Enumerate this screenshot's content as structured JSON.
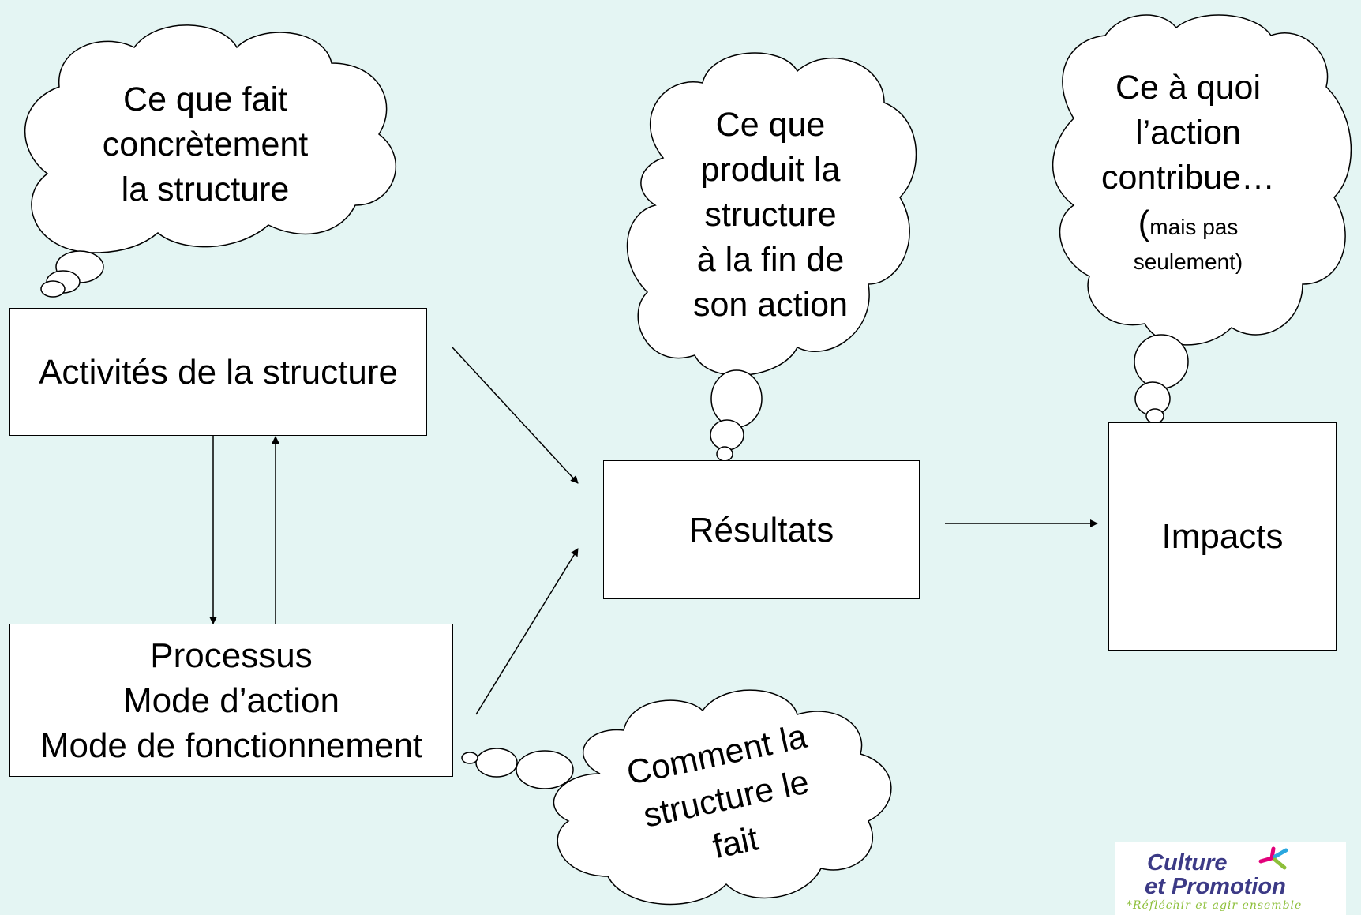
{
  "boxes": {
    "activites": "Activités de la structure",
    "resultats": "Résultats",
    "impacts": "Impacts",
    "processus": [
      "Processus",
      "Mode d’action",
      "Mode de fonctionnement"
    ]
  },
  "clouds": {
    "fait": [
      "Ce que fait",
      "concrètement",
      "la structure"
    ],
    "produit": [
      "Ce que",
      "produit  la",
      "structure",
      "à la fin de",
      "son action"
    ],
    "contribue": [
      "Ce à quoi",
      "l’action",
      "contribue…",
      "(",
      "mais pas",
      "seulement)"
    ],
    "comment": [
      "Comment la",
      "structure le",
      "fait"
    ]
  },
  "logo": {
    "line1": "Culture",
    "line2": "et Promotion",
    "tagline": "*Réfléchir et agir ensemble",
    "colors": {
      "text": "#3c3a86",
      "tagline": "#8dbf3a",
      "star_pink": "#e2007a",
      "star_blue": "#2aa7df",
      "star_green": "#8dbf3a"
    }
  },
  "colors": {
    "background": "#e4f5f3",
    "box_fill": "#ffffff",
    "stroke": "#000000"
  }
}
